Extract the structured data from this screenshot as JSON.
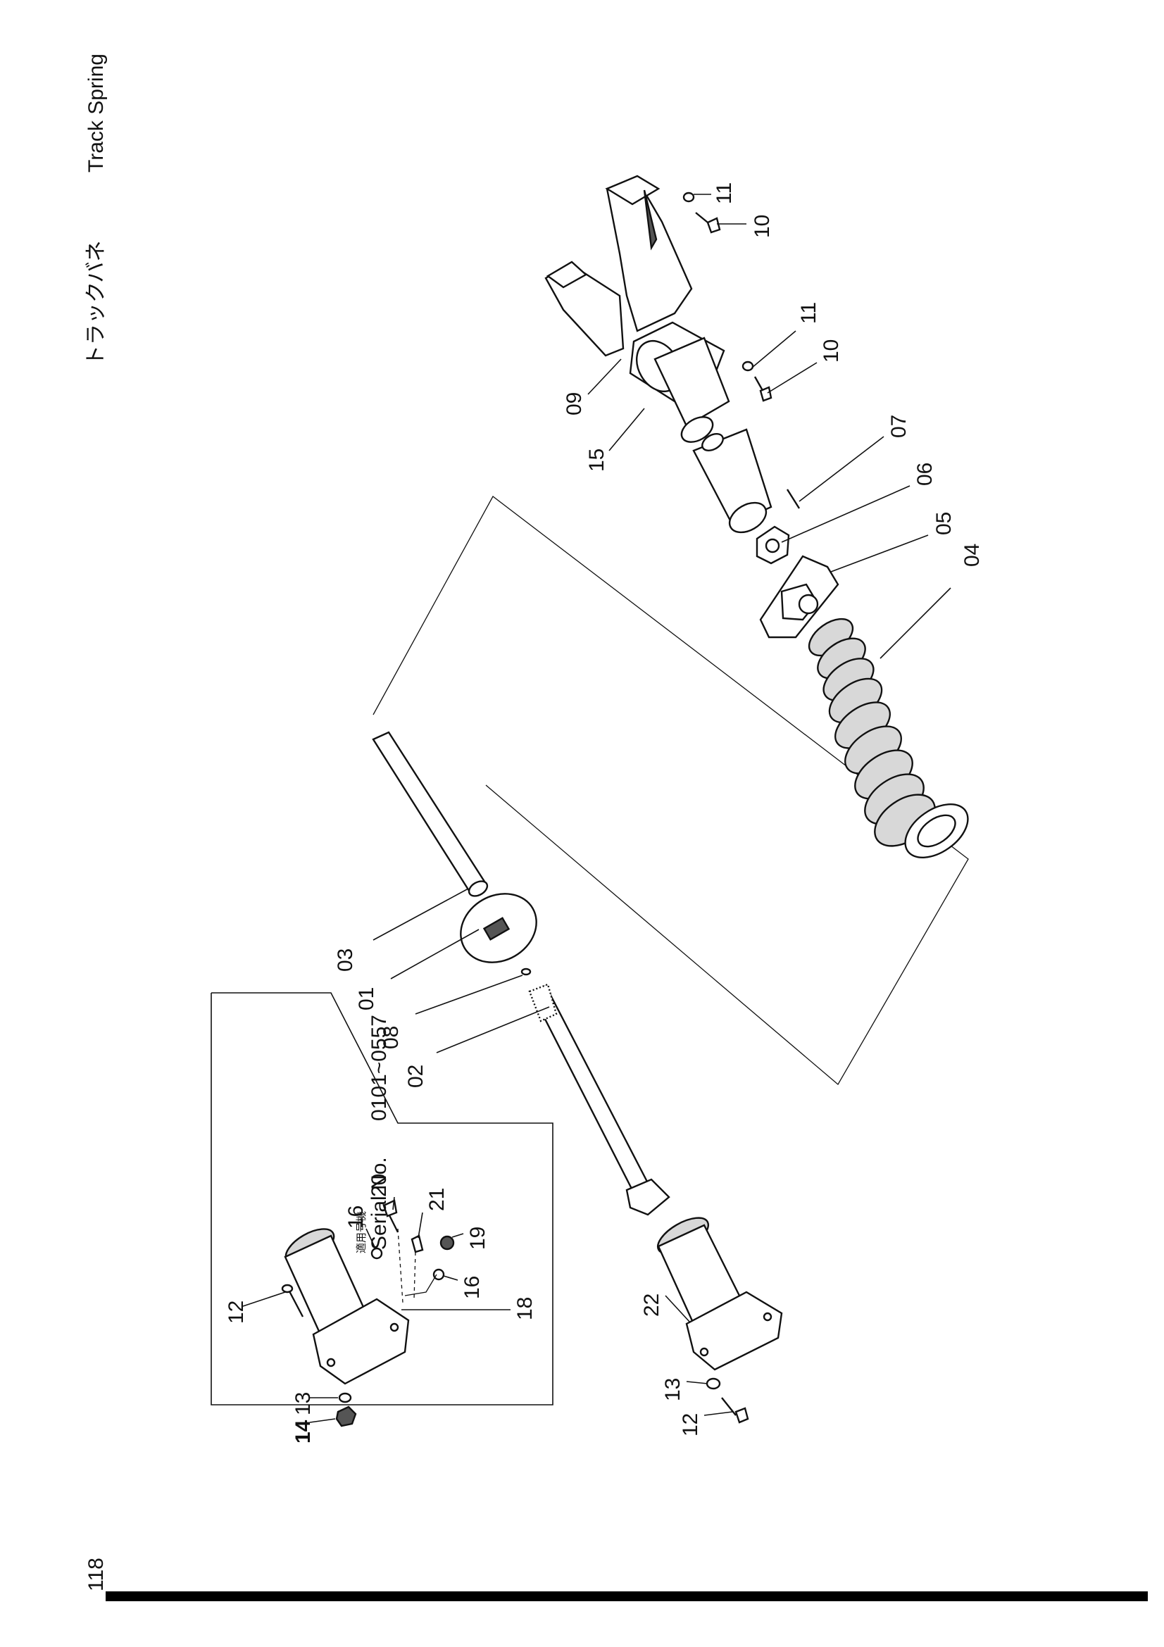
{
  "header": {
    "title_ja": "トラックバネ",
    "title_en": "Track Spring",
    "page_number": "118"
  },
  "inset": {
    "label_ja": "適用号機",
    "serial_label": "Serial No.",
    "serial_range": "0101~0557"
  },
  "callouts": {
    "c09": "09",
    "c15": "15",
    "c11a": "11",
    "c10a": "10",
    "c11b": "11",
    "c10b": "10",
    "c07": "07",
    "c06": "06",
    "c05": "05",
    "c04": "04",
    "c03": "03",
    "c01": "01",
    "c08": "08",
    "c02": "02",
    "c22": "22",
    "c13b": "13",
    "c12b": "12",
    "c20": "20",
    "c21": "21",
    "c16a": "16",
    "c19": "19",
    "c16b": "16",
    "c12a": "12",
    "c18": "18",
    "c13a": "13",
    "c14": "14"
  },
  "colors": {
    "ink": "#111111",
    "bar": "#000000"
  }
}
